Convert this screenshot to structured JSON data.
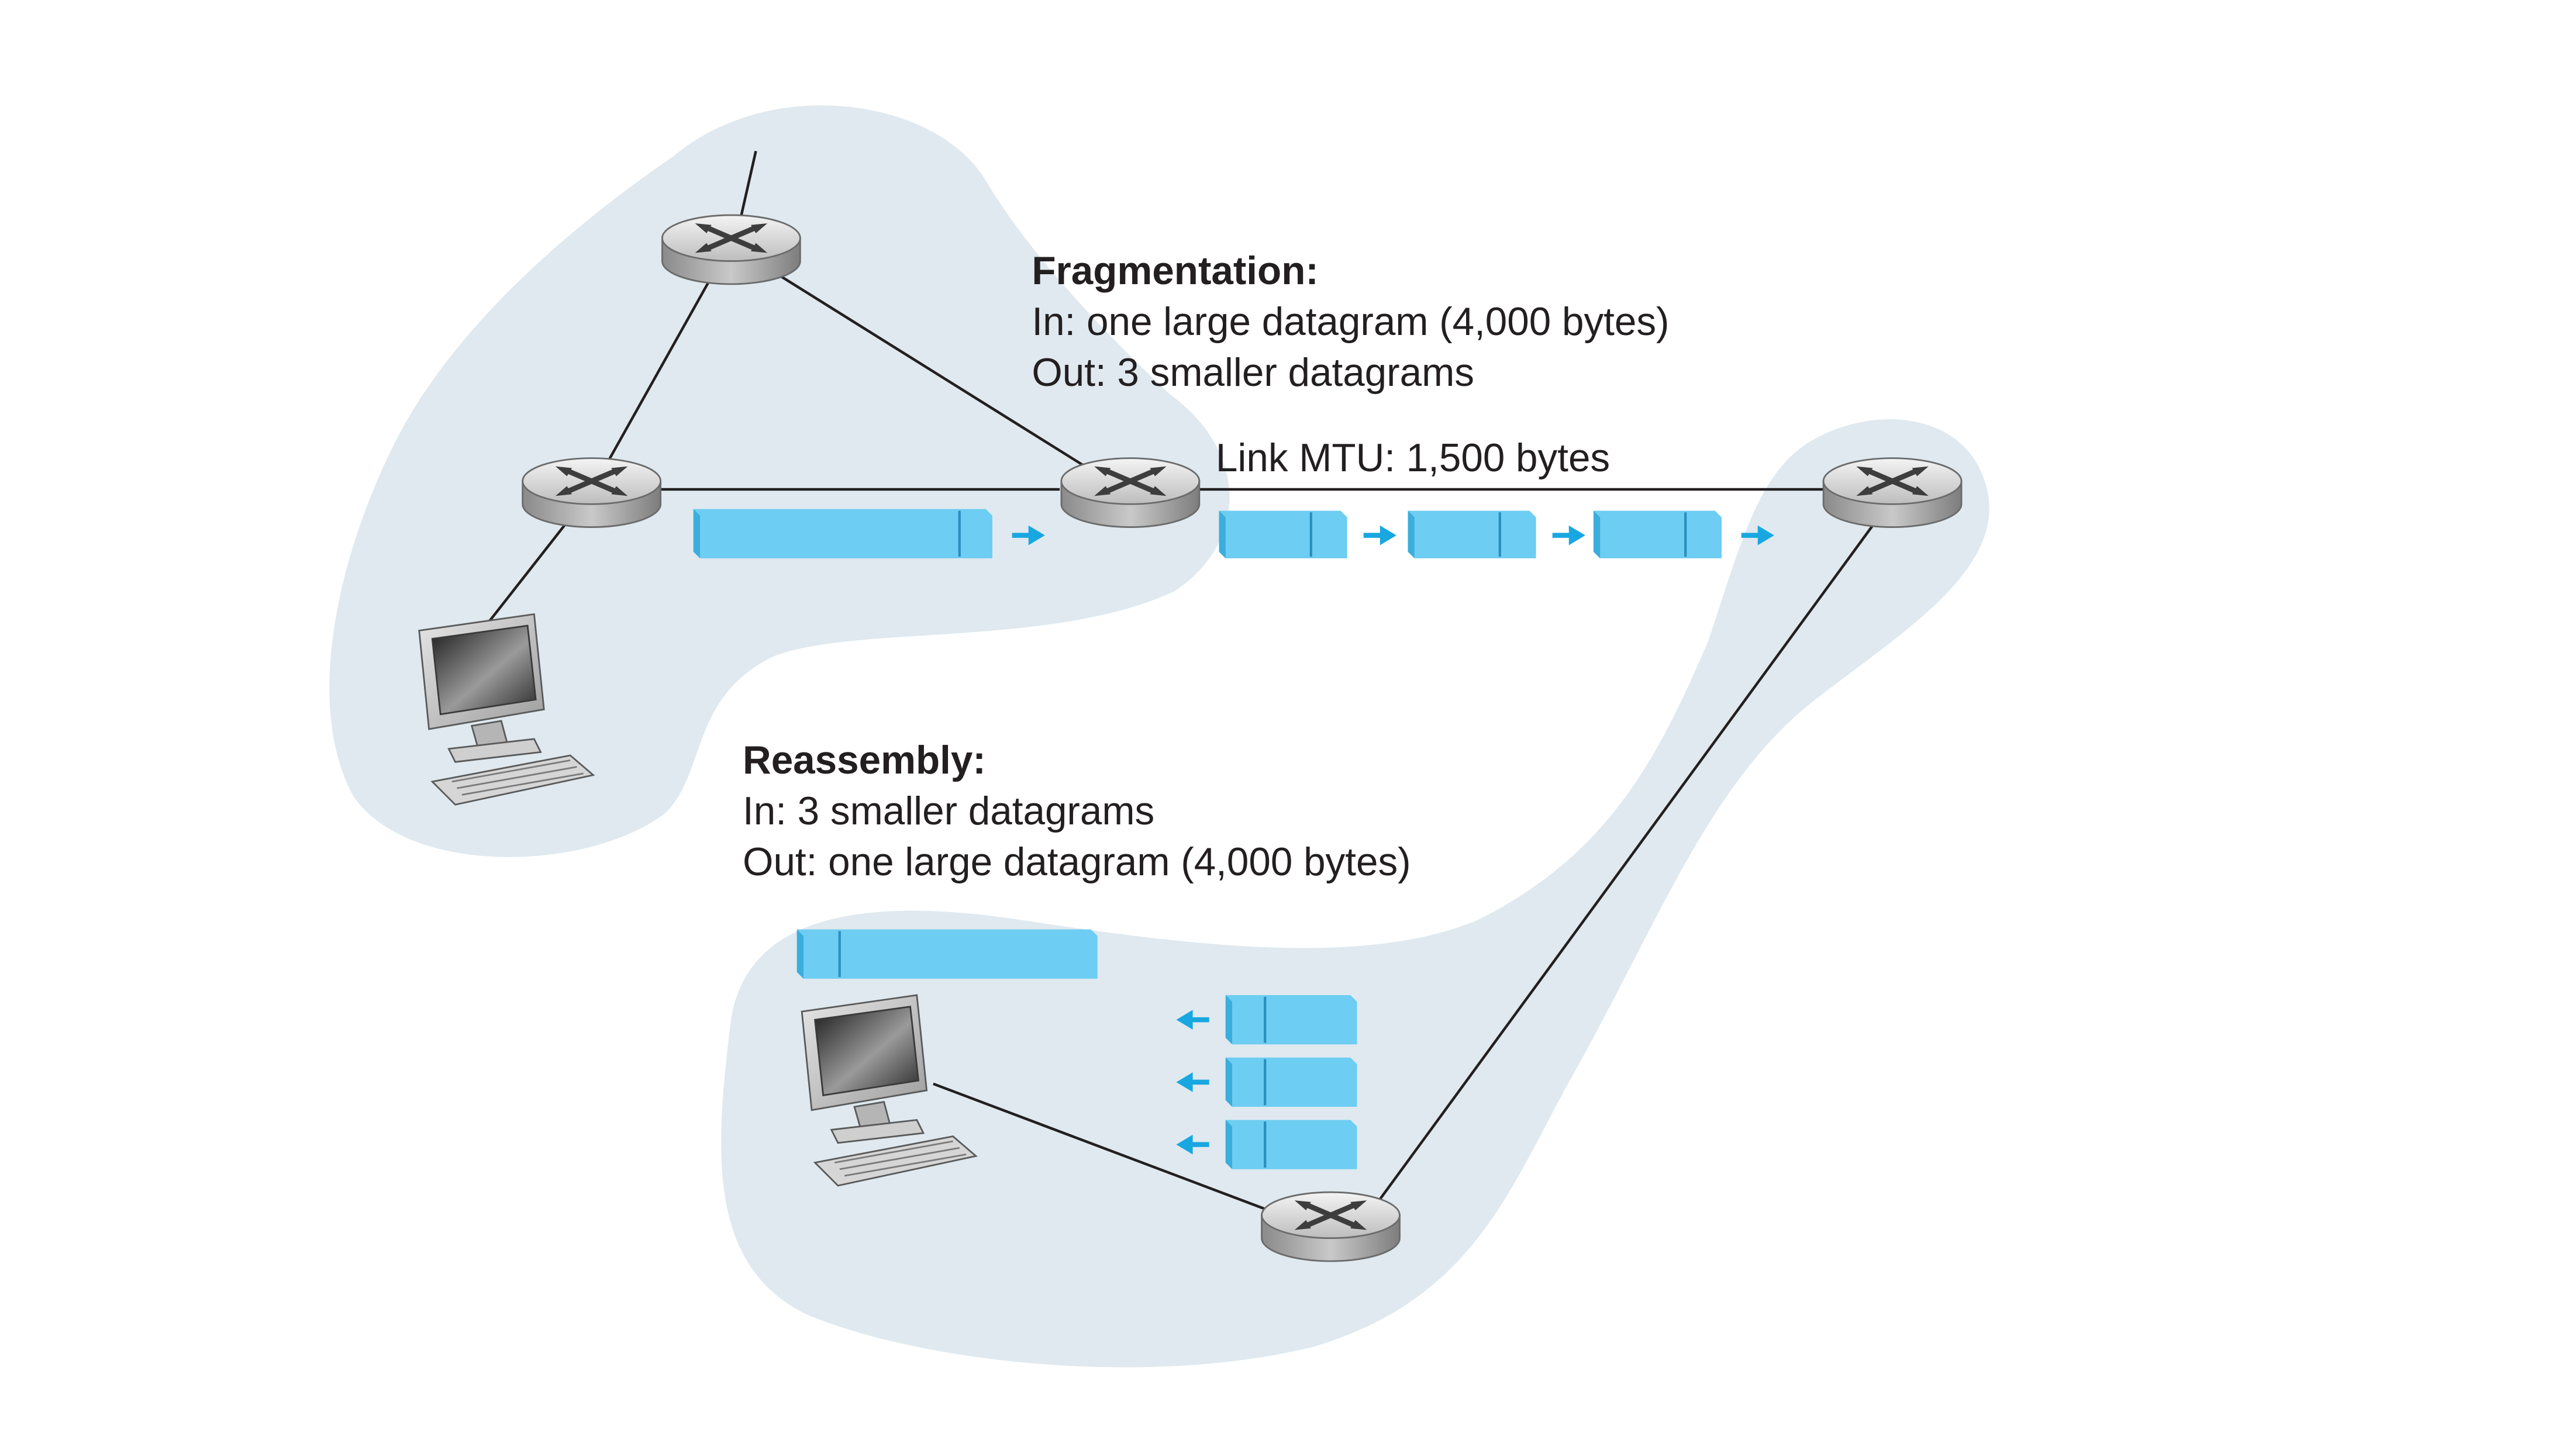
{
  "fragmentation": {
    "heading": "Fragmentation:",
    "in_line": "In: one large datagram (4,000 bytes)",
    "out_line": "Out: 3 smaller datagrams"
  },
  "link": {
    "mtu_label": "Link MTU: 1,500 bytes"
  },
  "reassembly": {
    "heading": "Reassembly:",
    "in_line": "In: 3 smaller datagrams",
    "out_line": "Out: one large datagram (4,000 bytes)"
  },
  "colors": {
    "cloud": "#dfe9ef",
    "packet": "#6dcdf2",
    "packet_dark": "#3aaedc",
    "arrow": "#18a7e0",
    "line": "#231f20"
  }
}
